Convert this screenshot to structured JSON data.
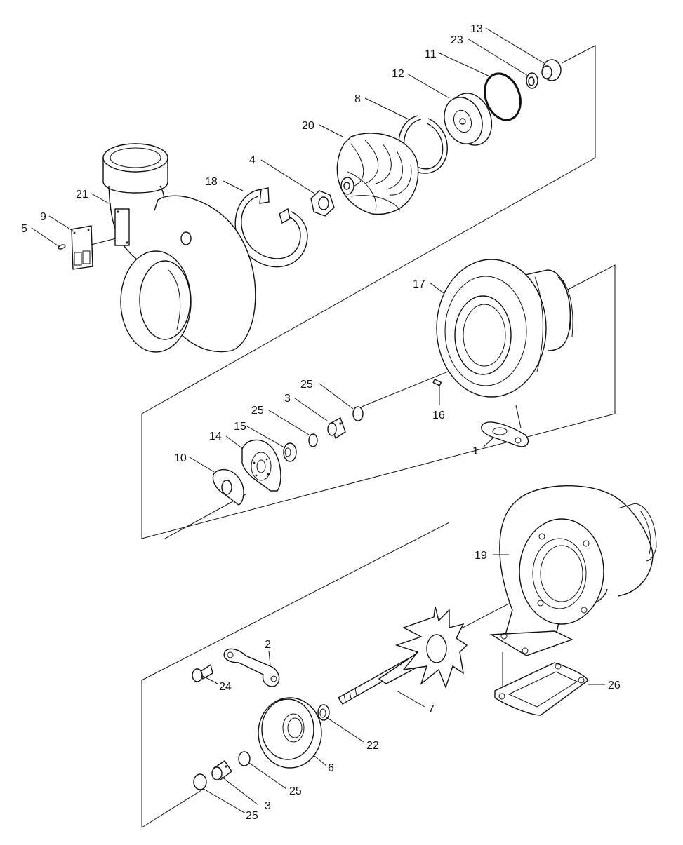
{
  "diagram": {
    "callouts": [
      {
        "id": "c13",
        "text": "13"
      },
      {
        "id": "c23",
        "text": "23"
      },
      {
        "id": "c11",
        "text": "11"
      },
      {
        "id": "c12",
        "text": "12"
      },
      {
        "id": "c8",
        "text": "8"
      },
      {
        "id": "c20",
        "text": "20"
      },
      {
        "id": "c4",
        "text": "4"
      },
      {
        "id": "c18",
        "text": "18"
      },
      {
        "id": "c21",
        "text": "21"
      },
      {
        "id": "c9",
        "text": "9"
      },
      {
        "id": "c5",
        "text": "5"
      },
      {
        "id": "c17",
        "text": "17"
      },
      {
        "id": "c25a",
        "text": "25"
      },
      {
        "id": "c3a",
        "text": "3"
      },
      {
        "id": "c25b",
        "text": "25"
      },
      {
        "id": "c15",
        "text": "15"
      },
      {
        "id": "c14",
        "text": "14"
      },
      {
        "id": "c10",
        "text": "10"
      },
      {
        "id": "c16",
        "text": "16"
      },
      {
        "id": "c1",
        "text": "1"
      },
      {
        "id": "c19",
        "text": "19"
      },
      {
        "id": "c2",
        "text": "2"
      },
      {
        "id": "c24",
        "text": "24"
      },
      {
        "id": "c7",
        "text": "7"
      },
      {
        "id": "c26",
        "text": "26"
      },
      {
        "id": "c22",
        "text": "22"
      },
      {
        "id": "c6",
        "text": "6"
      },
      {
        "id": "c25c",
        "text": "25"
      },
      {
        "id": "c3b",
        "text": "3"
      },
      {
        "id": "c25d",
        "text": "25"
      }
    ]
  }
}
